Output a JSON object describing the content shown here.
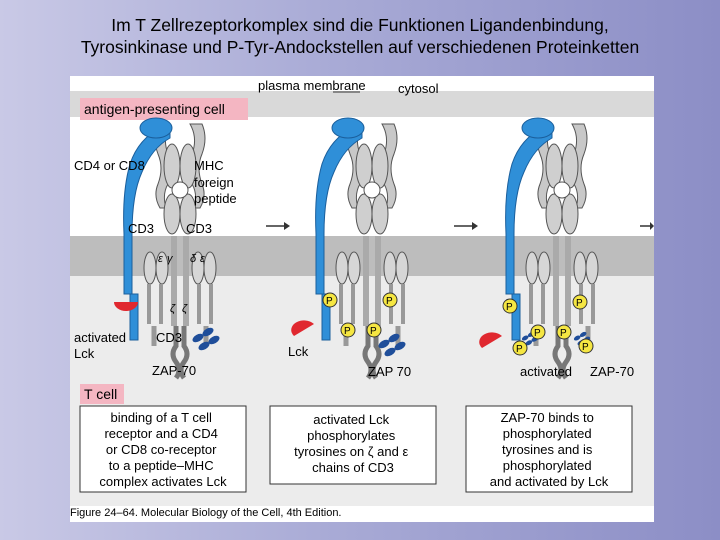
{
  "slide": {
    "title_line1": "Im T Zellrezeptorkomplex sind die Funktionen Ligandenbindung,",
    "title_line2": "Tyrosinkinase und P-Tyr-Andockstellen auf verschiedenen Proteinketten"
  },
  "figure": {
    "labels": {
      "plasma_membrane": "plasma membrane",
      "cytosol": "cytosol",
      "antigen_presenting_cell": "antigen-presenting cell",
      "t_cell": "T cell",
      "cd4_or_cd8": "CD4 or CD8",
      "mhc": "MHC",
      "foreign": "foreign",
      "peptide": "peptide",
      "cd3_left": "CD3",
      "cd3_right": "CD3",
      "cd3_bottom": "CD3",
      "activated": "activated",
      "lck": "Lck",
      "lck_panel2": "Lck",
      "zap70_panel1": "ZAP-70",
      "zap70_panel2": "ZAP 70",
      "zap70_panel3": "ZAP-70",
      "activated_panel3": "activated",
      "eps": "ε",
      "gam": "γ",
      "delta": "δ",
      "zeta": "ζ",
      "p": "P"
    },
    "captions": [
      {
        "lines": [
          "binding of a T cell",
          "receptor and a CD4",
          "or CD8 co-receptor",
          "to a peptide–MHC",
          "complex activates Lck"
        ]
      },
      {
        "lines": [
          "activated Lck",
          "phosphorylates",
          "tyrosines on ζ and ε",
          "chains of CD3"
        ]
      },
      {
        "lines": [
          "ZAP-70 binds to",
          "phosphorylated",
          "tyrosines and is",
          "phosphorylated",
          "and activated by Lck"
        ]
      }
    ],
    "figure_caption": "Figure 24–64. Molecular Biology of the Cell, 4th Edition.",
    "colors": {
      "apc_band": "#d9d9d9",
      "membrane_band": "#bdbdbd",
      "cytosol": "#ececec",
      "pink_label": "#f4b6c2",
      "coreceptor_blue": "#2f8fd8",
      "lck_red": "#e0282f",
      "zap_blue": "#1f4e9a",
      "phosphate_yellow": "#f5e642",
      "receptor_gray": "#c8c8c8"
    }
  }
}
